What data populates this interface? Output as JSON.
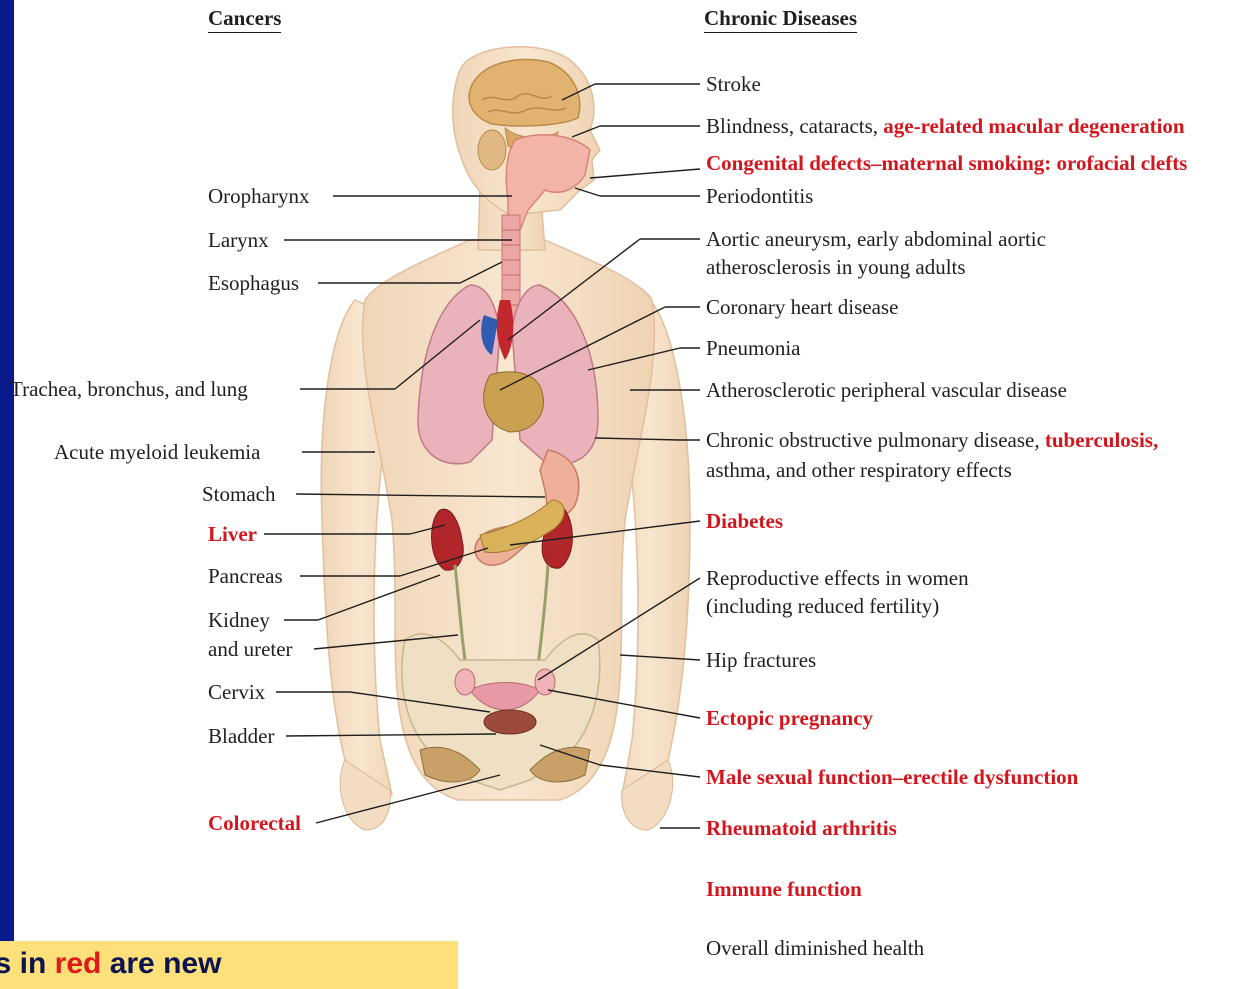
{
  "headers": {
    "cancers": "Cancers",
    "chronic": "Chronic Diseases"
  },
  "cancers": [
    {
      "key": "oropharynx",
      "text": "Oropharynx",
      "red": false
    },
    {
      "key": "larynx",
      "text": "Larynx",
      "red": false
    },
    {
      "key": "esophagus",
      "text": "Esophagus",
      "red": false
    },
    {
      "key": "lung",
      "text": "Trachea, bronchus, and lung",
      "red": false
    },
    {
      "key": "aml",
      "text": "Acute myeloid leukemia",
      "red": false
    },
    {
      "key": "stomach",
      "text": "Stomach",
      "red": false
    },
    {
      "key": "liver",
      "text": "Liver",
      "red": true
    },
    {
      "key": "pancreas",
      "text": "Pancreas",
      "red": false
    },
    {
      "key": "kidney",
      "text": "Kidney",
      "red": false
    },
    {
      "key": "ureter",
      "text": "and ureter",
      "red": false
    },
    {
      "key": "cervix",
      "text": "Cervix",
      "red": false
    },
    {
      "key": "bladder",
      "text": "Bladder",
      "red": false
    },
    {
      "key": "colorectal",
      "text": "Colorectal",
      "red": true
    }
  ],
  "chronic": [
    {
      "key": "stroke",
      "parts": [
        {
          "text": "Stroke",
          "red": false
        }
      ]
    },
    {
      "key": "blindness",
      "parts": [
        {
          "text": "Blindness, cataracts, ",
          "red": false
        },
        {
          "text": "age-related macular degeneration",
          "red": true
        }
      ]
    },
    {
      "key": "congenital",
      "parts": [
        {
          "text": "Congenital defects–maternal smoking: orofacial clefts",
          "red": true
        }
      ]
    },
    {
      "key": "periodontitis",
      "parts": [
        {
          "text": "Periodontitis",
          "red": false
        }
      ]
    },
    {
      "key": "aortic1",
      "parts": [
        {
          "text": "Aortic aneurysm, early abdominal aortic",
          "red": false
        }
      ]
    },
    {
      "key": "aortic2",
      "parts": [
        {
          "text": "atherosclerosis in young adults",
          "red": false
        }
      ]
    },
    {
      "key": "chd",
      "parts": [
        {
          "text": "Coronary heart disease",
          "red": false
        }
      ]
    },
    {
      "key": "pneumonia",
      "parts": [
        {
          "text": "Pneumonia",
          "red": false
        }
      ]
    },
    {
      "key": "pvd",
      "parts": [
        {
          "text": "Atherosclerotic peripheral vascular disease",
          "red": false
        }
      ]
    },
    {
      "key": "copd1",
      "parts": [
        {
          "text": "Chronic obstructive pulmonary disease, ",
          "red": false
        },
        {
          "text": "tuberculosis,",
          "red": true
        }
      ]
    },
    {
      "key": "copd2",
      "parts": [
        {
          "text": "asthma, and other respiratory effects",
          "red": false
        }
      ]
    },
    {
      "key": "diabetes",
      "parts": [
        {
          "text": "Diabetes",
          "red": true
        }
      ]
    },
    {
      "key": "repro1",
      "parts": [
        {
          "text": "Reproductive effects in women",
          "red": false
        }
      ]
    },
    {
      "key": "repro2",
      "parts": [
        {
          "text": "(including reduced fertility)",
          "red": false
        }
      ]
    },
    {
      "key": "hip",
      "parts": [
        {
          "text": "Hip fractures",
          "red": false
        }
      ]
    },
    {
      "key": "ectopic",
      "parts": [
        {
          "text": "Ectopic pregnancy",
          "red": true
        }
      ]
    },
    {
      "key": "erectile",
      "parts": [
        {
          "text": "Male sexual function–erectile dysfunction",
          "red": true
        }
      ]
    },
    {
      "key": "ra",
      "parts": [
        {
          "text": "Rheumatoid arthritis",
          "red": true
        }
      ]
    },
    {
      "key": "immune",
      "parts": [
        {
          "text": "Immune function",
          "red": true
        }
      ]
    },
    {
      "key": "overall",
      "parts": [
        {
          "text": "Overall diminished health",
          "red": false
        }
      ]
    }
  ],
  "note": {
    "pre": "ons in ",
    "red": "red",
    "post": " are new"
  },
  "colors": {
    "background": "#0a1a8c",
    "red": "#d3161e",
    "note_bg": "#fde07a",
    "note_text": "#0b1450"
  }
}
